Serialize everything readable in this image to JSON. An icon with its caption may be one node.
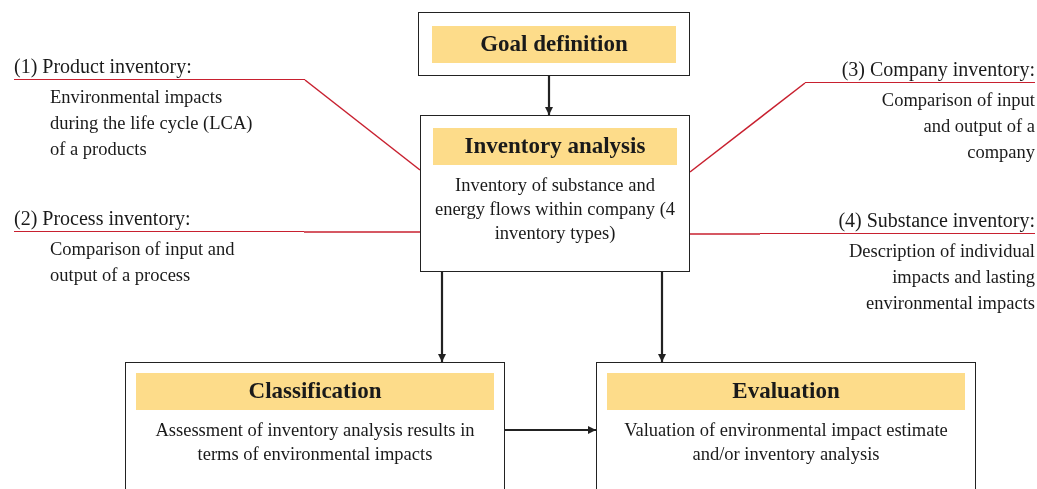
{
  "diagram": {
    "nodes": [
      {
        "text": [
          "Goal definition"
        ]
      },
      {
        "text": [
          "Inventory analysis",
          "Inventory of substance and energy flows within company (4 inventory types)"
        ]
      },
      {
        "text": [
          "Classification",
          "Assessment of inventory analysis results in terms of environmental impacts"
        ]
      },
      {
        "text": [
          "Evaluation",
          "Valuation of environmental impact estimate and/or inventory analysis"
        ]
      },
      {
        "text": [
          "(1) Product inventory:",
          "Environmental impacts during the life cycle (LCA) of a products"
        ]
      },
      {
        "text": [
          "(2) Process inventory:",
          "Comparison of input and output of a process"
        ]
      },
      {
        "text": [
          "(3) Company inventory:",
          "Comparison of input and output of a company"
        ]
      },
      {
        "text": [
          "(4) Substance inventory:",
          "Description of individual impacts and lasting environmental impacts"
        ]
      }
    ],
    "edges": [
      {
        "from": 0,
        "to": 1,
        "arrow": "to"
      },
      {
        "from": 1,
        "to": 2,
        "arrow": "to"
      },
      {
        "from": 1,
        "to": 3,
        "arrow": "to"
      },
      {
        "from": 2,
        "to": 3,
        "arrow": "to"
      },
      {
        "from": 4,
        "to": 1,
        "arrow": "none",
        "color": "#c8202f"
      },
      {
        "from": 5,
        "to": 1,
        "arrow": "none",
        "color": "#c8202f"
      },
      {
        "from": 6,
        "to": 1,
        "arrow": "none",
        "color": "#c8202f"
      },
      {
        "from": 7,
        "to": 1,
        "arrow": "none",
        "color": "#c8202f"
      }
    ]
  }
}
